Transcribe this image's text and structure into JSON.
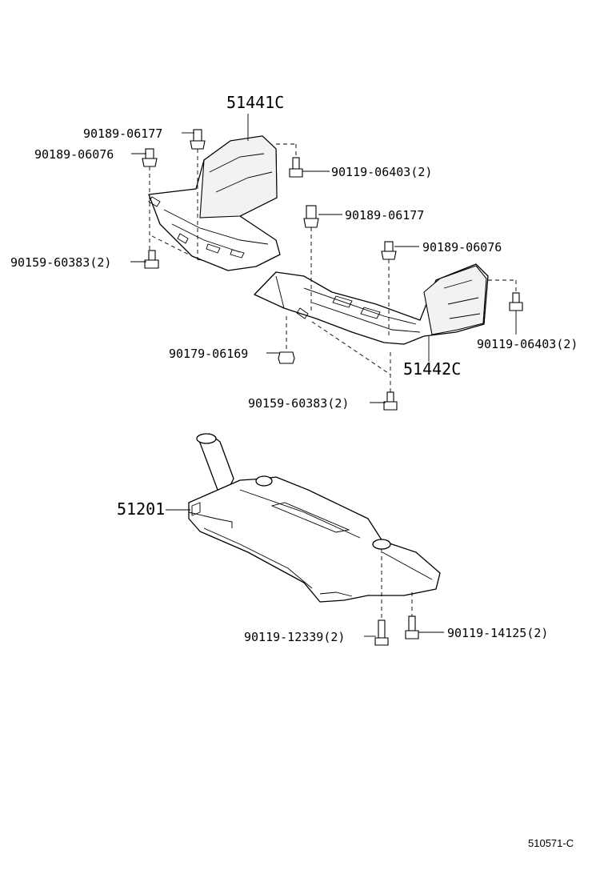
{
  "callouts": {
    "c51441C": "51441C",
    "c90189_06177_a": "90189-06177",
    "c90189_06076_a": "90189-06076",
    "c90119_06403_a": "90119-06403(2)",
    "c90189_06177_b": "90189-06177",
    "c90159_60383_a": "90159-60383(2)",
    "c90189_06076_b": "90189-06076",
    "c90119_06403_b": "90119-06403(2)",
    "c90179_06169": "90179-06169",
    "c51442C": "51442C",
    "c90159_60383_b": "90159-60383(2)",
    "c51201": "51201",
    "c90119_12339": "90119-12339(2)",
    "c90119_14125": "90119-14125(2)"
  },
  "figure_id": "510571-C"
}
